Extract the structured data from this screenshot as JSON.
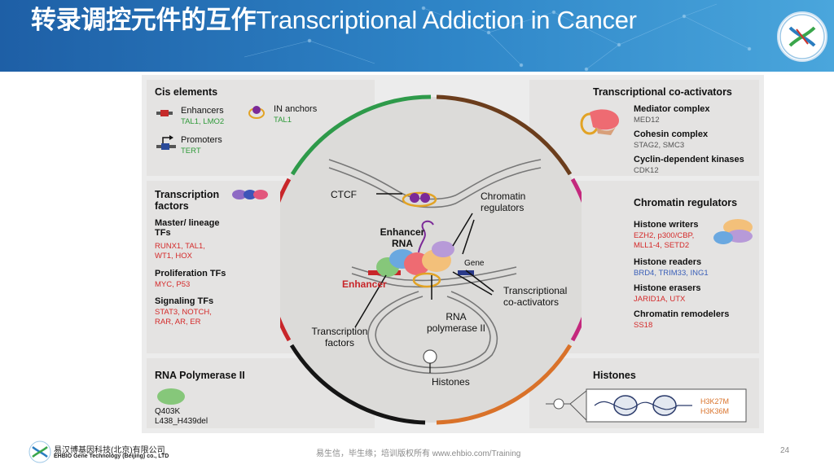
{
  "header": {
    "title_cn": "转录调控元件的互作",
    "title_en": "Transcriptional Addiction in Cancer"
  },
  "panels": {
    "cis": {
      "title": "Cis elements",
      "enhancers": "Enhancers",
      "enhancers_genes": "TAL1, LMO2",
      "in_anchors": "IN anchors",
      "in_anchors_genes": "TAL1",
      "promoters": "Promoters",
      "promoters_genes": "TERT"
    },
    "tf": {
      "title": "Transcription factors",
      "master": "Master/ lineage TFs",
      "master_genes_1": "RUNX1, TAL1,",
      "master_genes_2": "WT1, HOX",
      "prolif": "Proliferation TFs",
      "prolif_genes": "MYC, P53",
      "signal": "Signaling TFs",
      "signal_genes_1": "STAT3, NOTCH,",
      "signal_genes_2": "RAR, AR, ER"
    },
    "rnap": {
      "title": "RNA Polymerase II",
      "mut1": "Q403K",
      "mut2": "L438_H439del"
    },
    "coact": {
      "title": "Transcriptional co-activators",
      "mediator": "Mediator complex",
      "mediator_genes": "MED12",
      "cohesin": "Cohesin complex",
      "cohesin_genes": "STAG2, SMC3",
      "cdk": "Cyclin-dependent kinases",
      "cdk_genes": "CDK12"
    },
    "chrom": {
      "title": "Chromatin regulators",
      "writers": "Histone writers",
      "writers_genes_1": "EZH2, p300/CBP,",
      "writers_genes_2": "MLL1-4, SETD2",
      "readers": "Histone readers",
      "readers_genes": "BRD4, TRIM33, ING1",
      "erasers": "Histone erasers",
      "erasers_genes": "JARID1A, UTX",
      "remodelers": "Chromatin remodelers",
      "remodelers_genes": "SS18"
    },
    "histones": {
      "title": "Histones",
      "marks_1": "H3K27M",
      "marks_2": "H3K36M"
    }
  },
  "diagram": {
    "ctcf": "CTCF",
    "chromatin_regulators": "Chromatin regulators",
    "enhancer_rna": "Enhancer RNA",
    "gene": "Gene",
    "enhancer": "Enhancer",
    "transcriptional_coactivators": "Transcriptional co-activators",
    "rna_polymerase": "RNA polymerase II",
    "transcription_factors": "Transcription factors",
    "histones": "Histones"
  },
  "footer": {
    "brand_cn": "易汉博基因科技(北京)有限公司",
    "brand_en": "EHBIO Gene Technology (Beijing) co., LTD",
    "center": "易生信，毕生缘；培训版权所有 www.ehbio.com/Training",
    "page": "24"
  },
  "colors": {
    "header_blue": "#2f86c8",
    "ring_green": "#2e9a4a",
    "ring_brown": "#6b3d1c",
    "ring_magenta": "#c4287d",
    "ring_orange": "#d9722a",
    "ring_black": "#151515",
    "ring_red": "#c8262a"
  }
}
